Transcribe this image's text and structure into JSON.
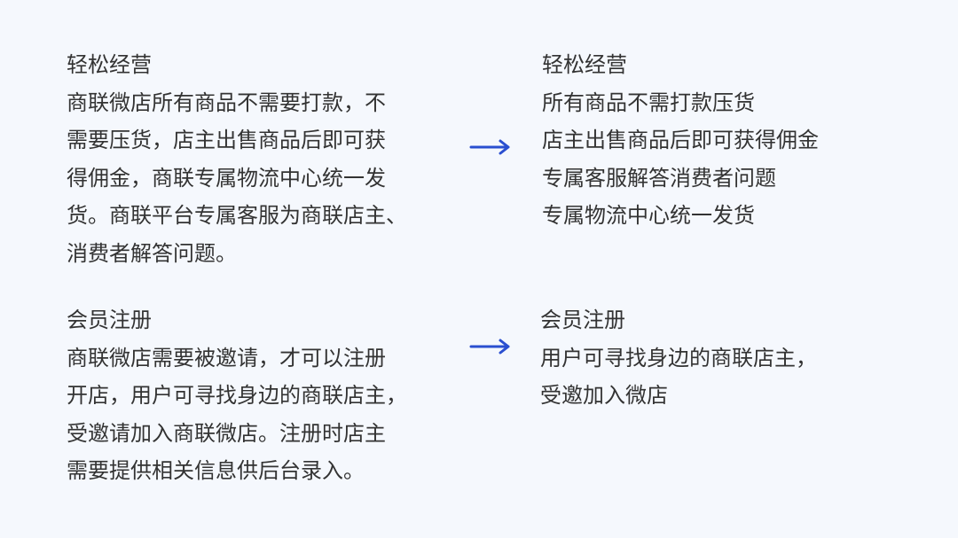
{
  "sections": [
    {
      "before": {
        "title": "轻松经营",
        "lines": [
          "商联微店所有商品不需要打款，不",
          "需要压货，店主出售商品后即可获",
          "得佣金，商联专属物流中心统一发",
          "货。商联平台专属客服为商联店主、",
          "消费者解答问题。"
        ]
      },
      "after": {
        "title": "轻松经营",
        "lines": [
          "所有商品不需打款压货",
          "店主出售商品后即可获得佣金",
          "专属客服解答消费者问题",
          "专属物流中心统一发货"
        ]
      }
    },
    {
      "before": {
        "title": "会员注册",
        "lines": [
          "商联微店需要被邀请，才可以注册",
          "开店，用户可寻找身边的商联店主，",
          "受邀请加入商联微店。注册时店主",
          "需要提供相关信息供后台录入。"
        ]
      },
      "after": {
        "title": "会员注册",
        "lines": [
          "用户可寻找身边的商联店主，",
          "受邀加入微店"
        ]
      }
    }
  ],
  "colors": {
    "background": "#f5f8fd",
    "text": "#333333",
    "arrow": "#2a4fd0"
  }
}
